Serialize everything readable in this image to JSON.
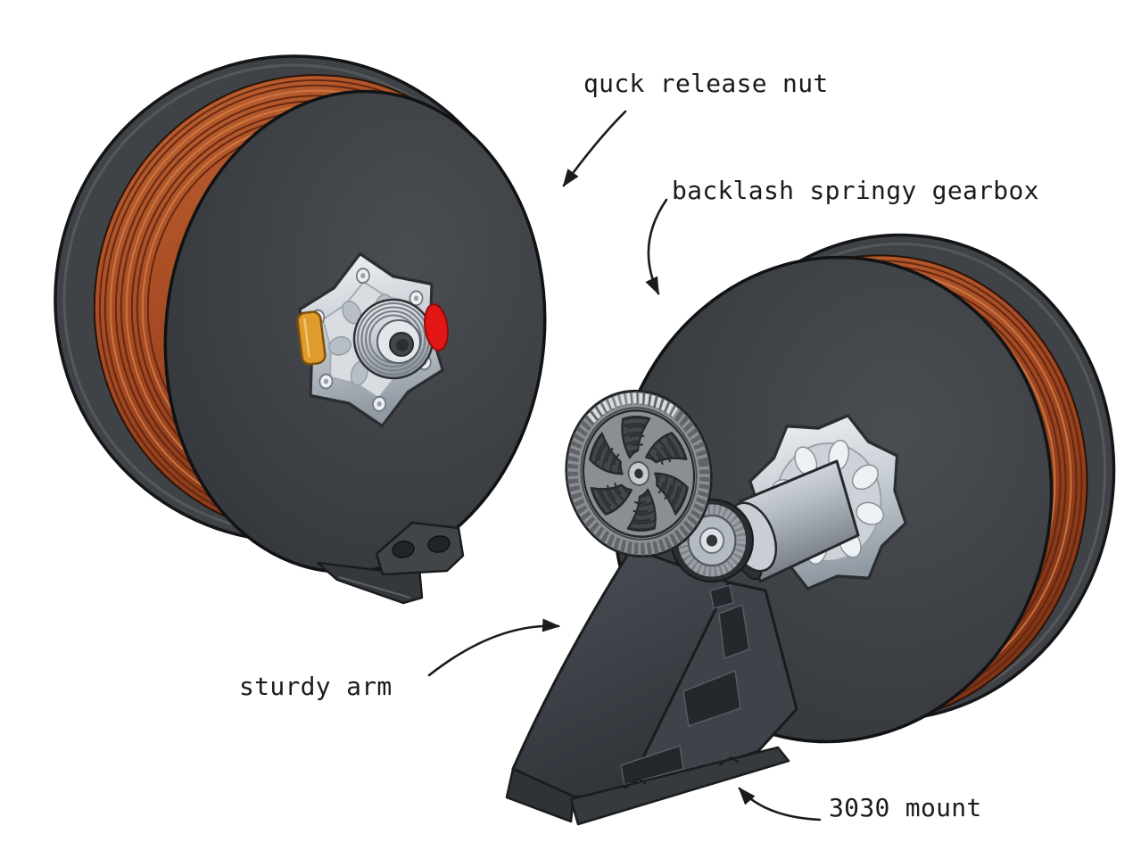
{
  "annotations": {
    "quick_release_nut": {
      "label": "quck release nut"
    },
    "backlash_springy_gearbox": {
      "label": "backlash springy gearbox"
    },
    "sturdy_arm": {
      "label": "sturdy arm"
    },
    "mount_3030": {
      "label": "3030 mount"
    }
  },
  "colors": {
    "background": "#ffffff",
    "annotation_ink": "#1b1b1b",
    "spool_flange_dark": "#3f4246",
    "spool_outline": "#141517",
    "spool_rim_light": "#54585d",
    "filament_copper": "#a94e24",
    "filament_stripe": "#5e2510",
    "filament_highlight": "#cd7a45",
    "metal_silver": "#d9dde2",
    "gear_gray": "#8b8e92",
    "spring_dark": "#43474c",
    "arm_gray": "#3d4147",
    "quick_release_orange": "#e09b2d",
    "quick_release_red": "#e31616"
  }
}
